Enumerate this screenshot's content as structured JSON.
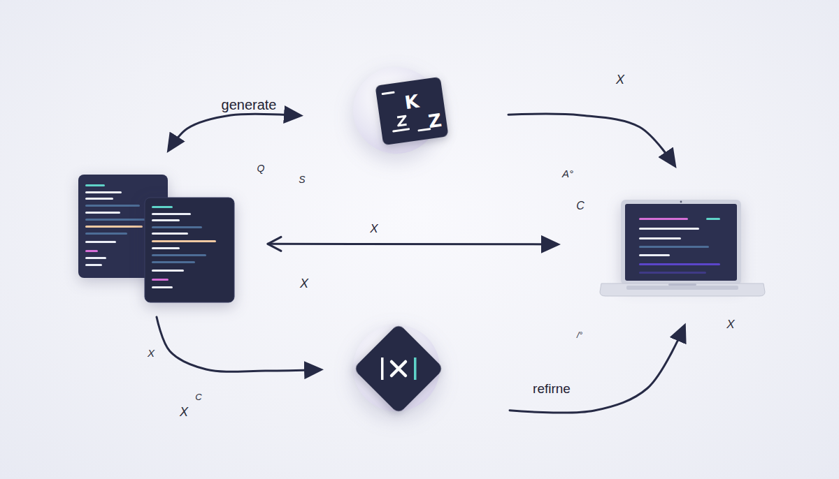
{
  "diagram": {
    "nodes": [
      {
        "text": [
          "K",
          "Z"
        ]
      },
      {
        "text": []
      },
      {
        "text": []
      },
      {
        "text": []
      }
    ],
    "edges": [
      {
        "from": 1,
        "to": 0,
        "arrow": "both",
        "label": "generate"
      },
      {
        "from": 0,
        "to": 2,
        "arrow": "to"
      },
      {
        "from": 1,
        "to": 2,
        "arrow": "both",
        "label": "X"
      },
      {
        "from": 1,
        "to": 3,
        "arrow": "to"
      },
      {
        "from": 3,
        "to": 2,
        "arrow": "to",
        "label": "refirne"
      }
    ],
    "labels": [
      "X",
      "Q",
      "A°",
      "S",
      "C",
      "X",
      "X",
      "/°",
      "X",
      "C",
      "X"
    ]
  }
}
